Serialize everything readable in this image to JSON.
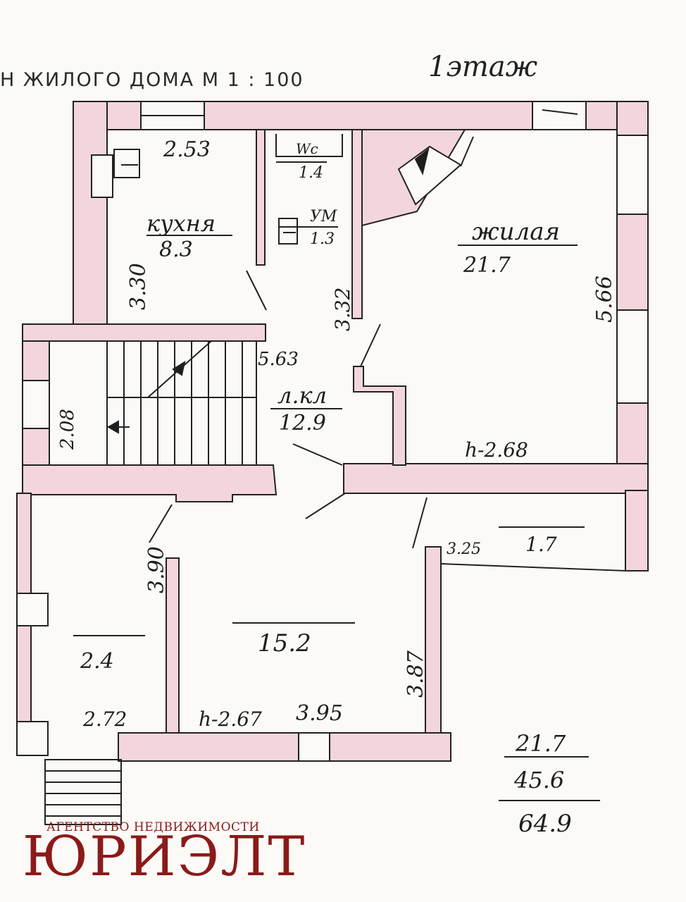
{
  "header": {
    "title": "Н ЖИЛОГО ДОМА М 1 : 100",
    "floor": "1этаж"
  },
  "rooms": [
    {
      "id": "kitchen",
      "name": "кухня",
      "area": "8.3"
    },
    {
      "id": "wc",
      "name": "Wc",
      "area": "1.4"
    },
    {
      "id": "bath",
      "name": "УМ",
      "area": "1.3"
    },
    {
      "id": "living",
      "name": "жилая",
      "area": "21.7"
    },
    {
      "id": "hall",
      "name": "л.кл",
      "area": "12.9"
    },
    {
      "id": "main",
      "name": "",
      "area": "15.2"
    },
    {
      "id": "vestibule",
      "name": "",
      "area": "2.4"
    },
    {
      "id": "store",
      "name": "",
      "area": "1.7"
    }
  ],
  "dimensions": {
    "kitchen_width": "2.53",
    "kitchen_height": "3.30",
    "bath_height": "3.32",
    "living_height": "5.66",
    "hall_width": "5.63",
    "stair_height": "2.08",
    "living_ceiling": "h-2.68",
    "main_height": "3.90",
    "store_width": "3.25",
    "main_right_height": "3.87",
    "vestibule_width": "2.72",
    "main_ceiling": "h-2.67",
    "main_width": "3.95"
  },
  "totals": {
    "living": "21.7",
    "auxiliary": "45.6",
    "total": "64.9"
  },
  "branding": {
    "subtitle": "АГЕНТСТВО НЕДВИЖИМОСТИ",
    "name": "ЮРИЭЛТ",
    "color": "#8b1a1a"
  },
  "colors": {
    "wall_fill": "#f2d6dc",
    "line": "#222222"
  }
}
